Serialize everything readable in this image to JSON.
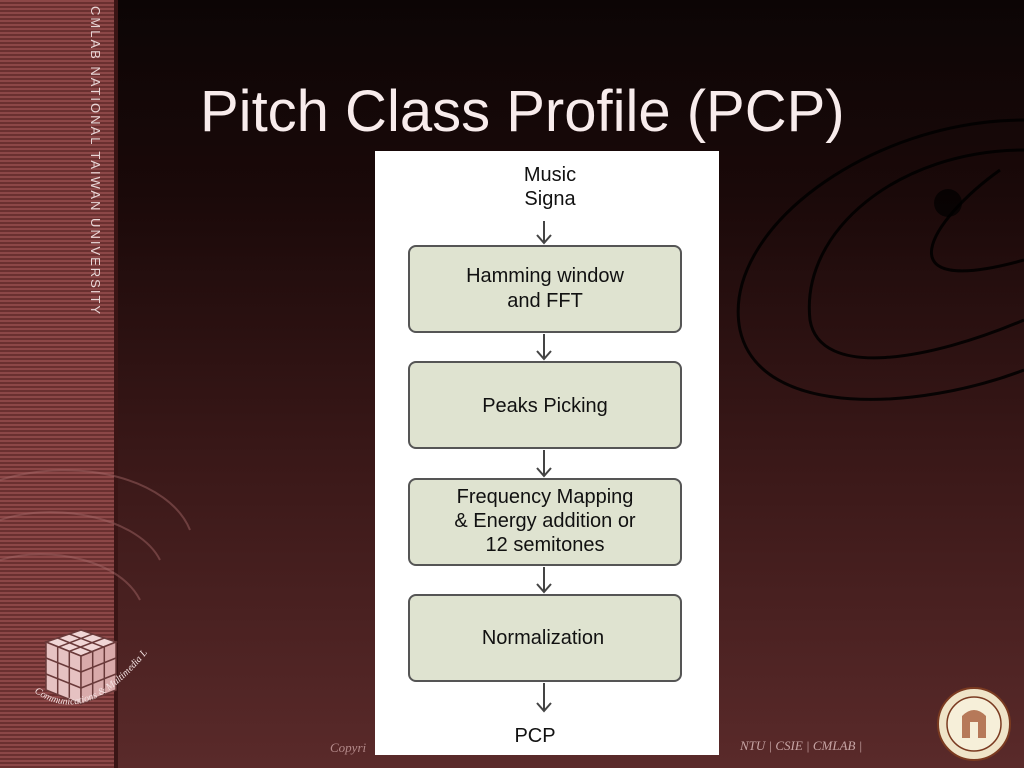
{
  "slide": {
    "title": "Pitch Class Profile (PCP)",
    "sidebar_tagline": "CMLAB NATIONAL TAIWAN UNIVERSITY",
    "footer_left": "Copyri",
    "footer_right": "NTU | CSIE | CMLAB |"
  },
  "logo": {
    "cube_caption": "Communications & Multimedia Lab"
  },
  "diagram": {
    "input_label_lines": [
      "Music",
      "Signa"
    ],
    "steps": [
      {
        "lines": [
          "Hamming window",
          "and FFT"
        ]
      },
      {
        "lines": [
          "Peaks Picking"
        ]
      },
      {
        "lines": [
          "Frequency Mapping",
          "& Energy addition or",
          "12 semitones"
        ]
      },
      {
        "lines": [
          "Normalization"
        ]
      }
    ],
    "output_label": "PCP",
    "colors": {
      "box_fill": "#dfe3d0",
      "box_stroke": "#555555",
      "arrow": "#444444"
    }
  }
}
